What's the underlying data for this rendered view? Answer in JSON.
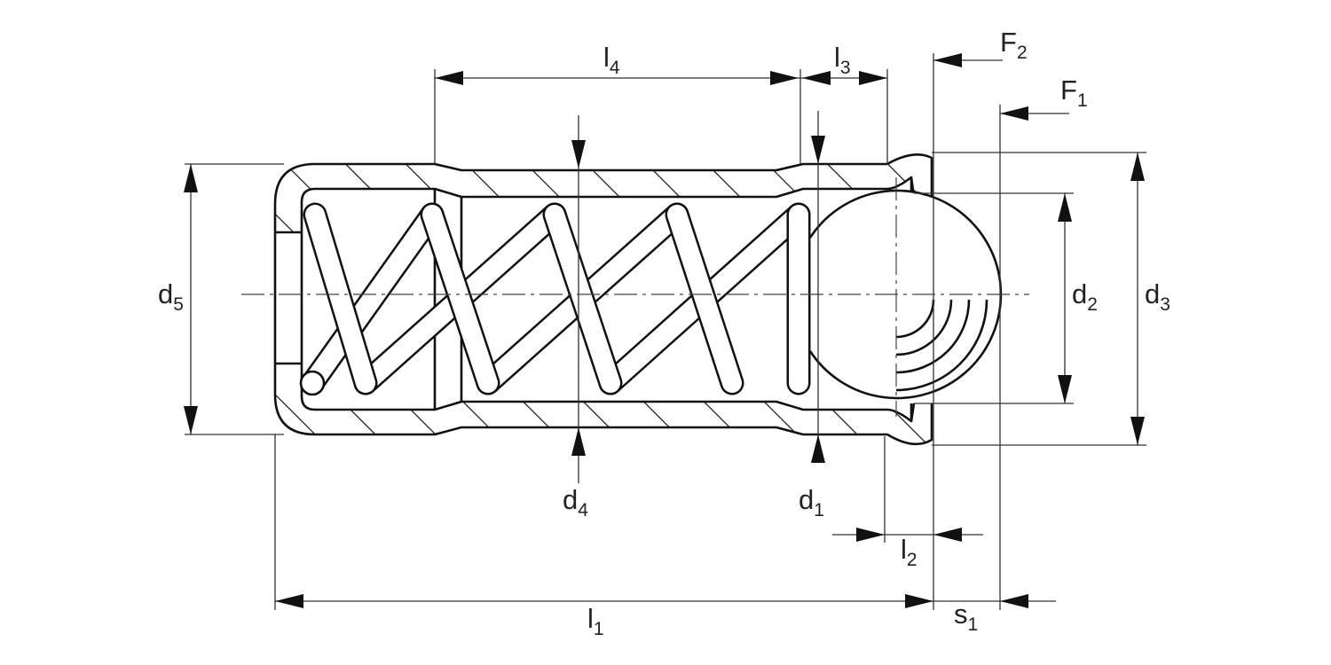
{
  "labels": {
    "l4": {
      "main": "l",
      "sub": "4"
    },
    "l3": {
      "main": "l",
      "sub": "3"
    },
    "F2": {
      "main": "F",
      "sub": "2"
    },
    "F1": {
      "main": "F",
      "sub": "1"
    },
    "d5": {
      "main": "d",
      "sub": "5"
    },
    "d2": {
      "main": "d",
      "sub": "2"
    },
    "d3": {
      "main": "d",
      "sub": "3"
    },
    "d4": {
      "main": "d",
      "sub": "4"
    },
    "d1": {
      "main": "d",
      "sub": "1"
    },
    "l2": {
      "main": "l",
      "sub": "2"
    },
    "l1": {
      "main": "l",
      "sub": "1"
    },
    "s1": {
      "main": "s",
      "sub": "1"
    }
  },
  "colors": {
    "line": "#111111",
    "dimension": "#333333",
    "background": "#ffffff"
  }
}
